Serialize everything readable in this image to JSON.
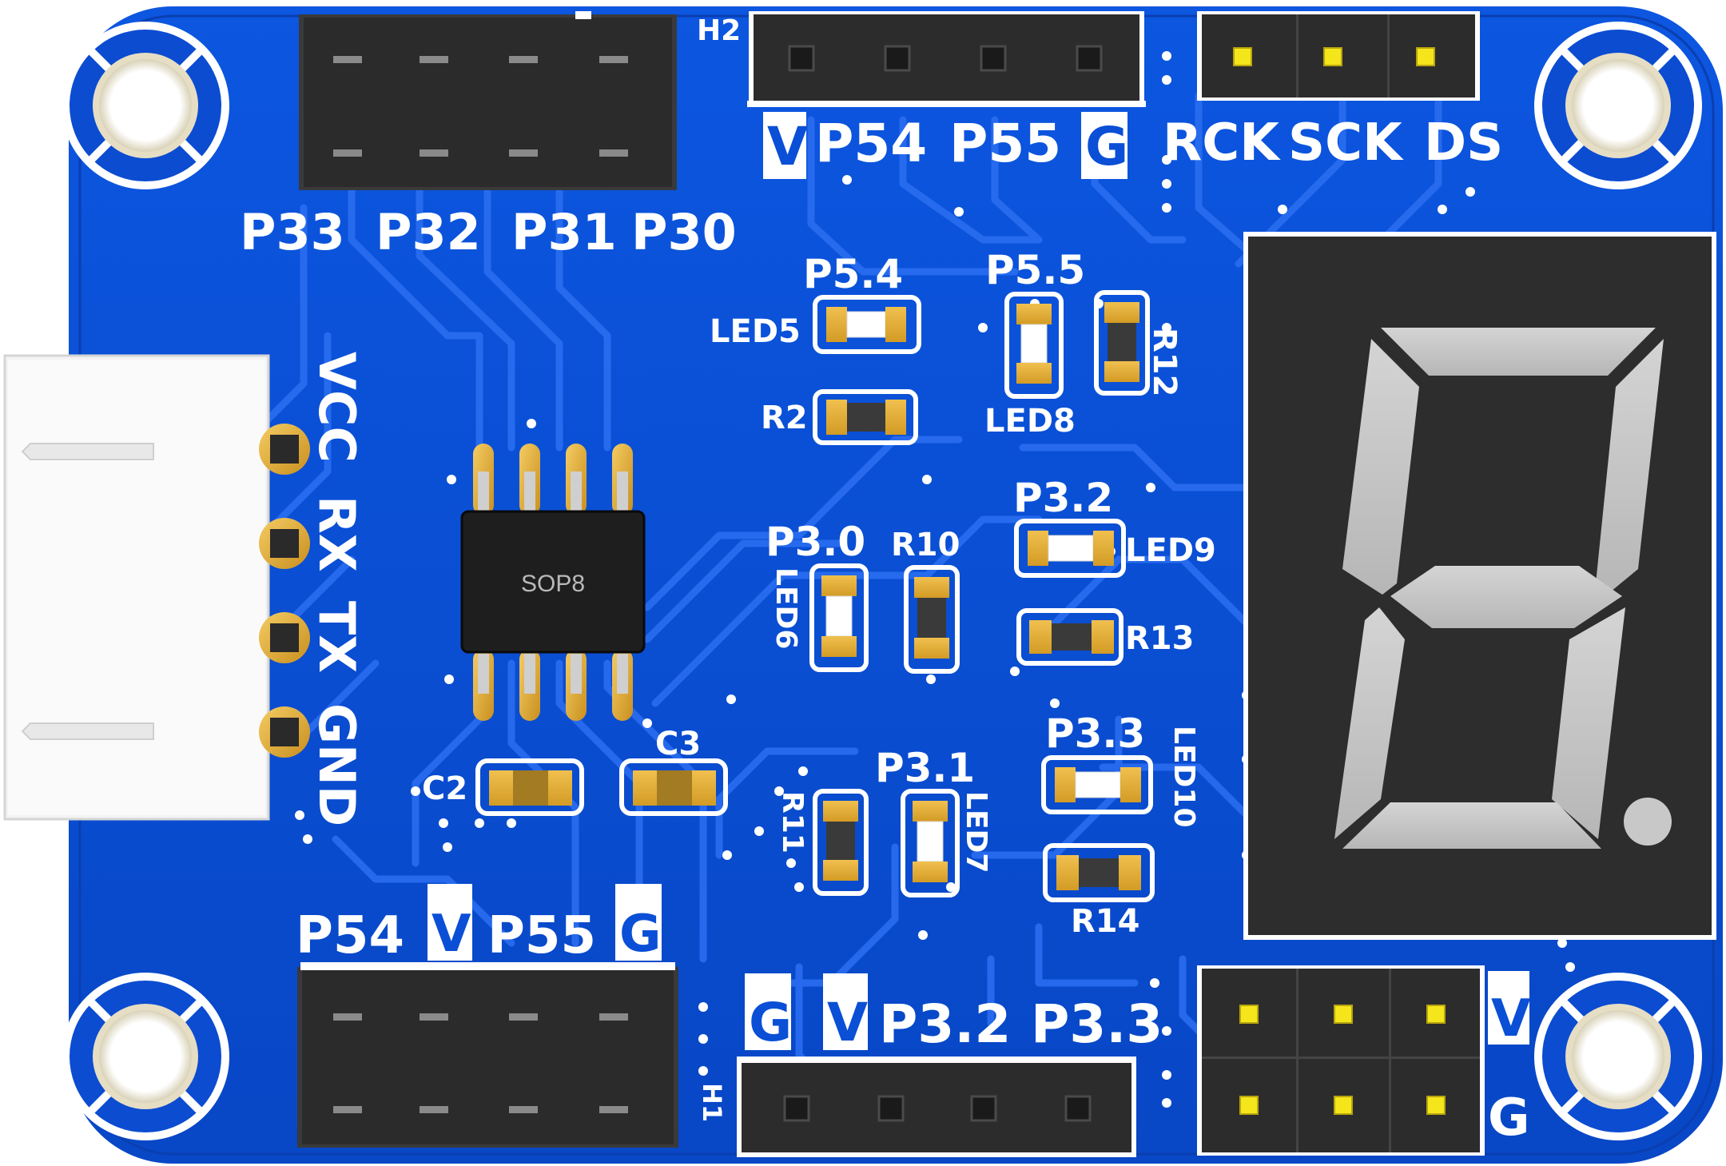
{
  "image": {
    "subject": "PCB board render",
    "colors": {
      "board": "#0a4fd6",
      "board_dark": "#0a45c2",
      "trace": "#1b63ea",
      "silk": "#ffffff",
      "header": "#2b2b2b",
      "gold": "#e2ae3a",
      "digit_body": "#2d2d2d",
      "digit_segment": "#c8c8c8",
      "chip": "#1e1e1e"
    }
  },
  "labels": {
    "top_header_pins": [
      "P33",
      "P32",
      "P31",
      "P30"
    ],
    "h2_designator": "H2",
    "h2_pins": [
      "V",
      "P54",
      "P55",
      "G"
    ],
    "spi_pins": [
      "RCK",
      "SCK",
      "DS"
    ],
    "connector_pins": [
      "VCC",
      "RX",
      "TX",
      "GND"
    ],
    "chip": "SOP8",
    "cap_c2": "C2",
    "cap_c3": "C3",
    "led5_net": "P5.4",
    "led5": "LED5",
    "r2": "R2",
    "led8_net": "P5.5",
    "led8": "LED8",
    "r12": "R12",
    "led6_net": "P3.0",
    "led6": "LED6",
    "r10": "R10",
    "led9_net": "P3.2",
    "led9": "LED9",
    "r13": "R13",
    "led7_net": "P3.1",
    "led7": "LED7",
    "r11": "R11",
    "led10_net": "P3.3",
    "led10": "LED10",
    "r14": "R14",
    "bottom_left_pins": [
      "P54",
      "V",
      "P55",
      "G"
    ],
    "h1_designator": "H1",
    "h1_pins": [
      "G",
      "V",
      "P3.2",
      "P3.3"
    ],
    "power_v": "V",
    "power_g": "G"
  }
}
